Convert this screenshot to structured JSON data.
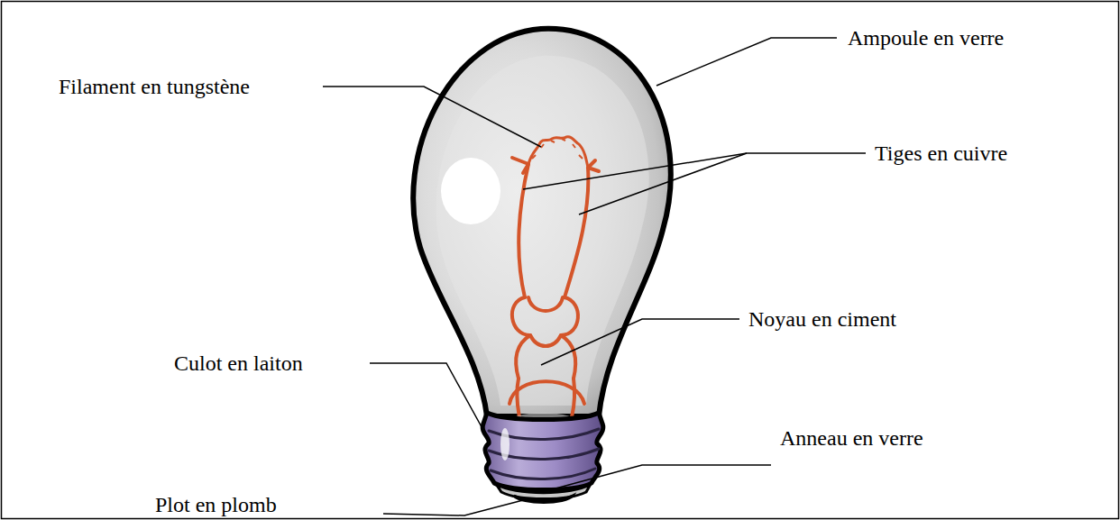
{
  "diagram": {
    "labels": [
      "Filament en tungstène",
      "Ampoule en verre",
      "Tiges en cuivre",
      "Noyau en ciment",
      "Culot en laiton",
      "Anneau en verre",
      "Plot en plomb"
    ]
  }
}
